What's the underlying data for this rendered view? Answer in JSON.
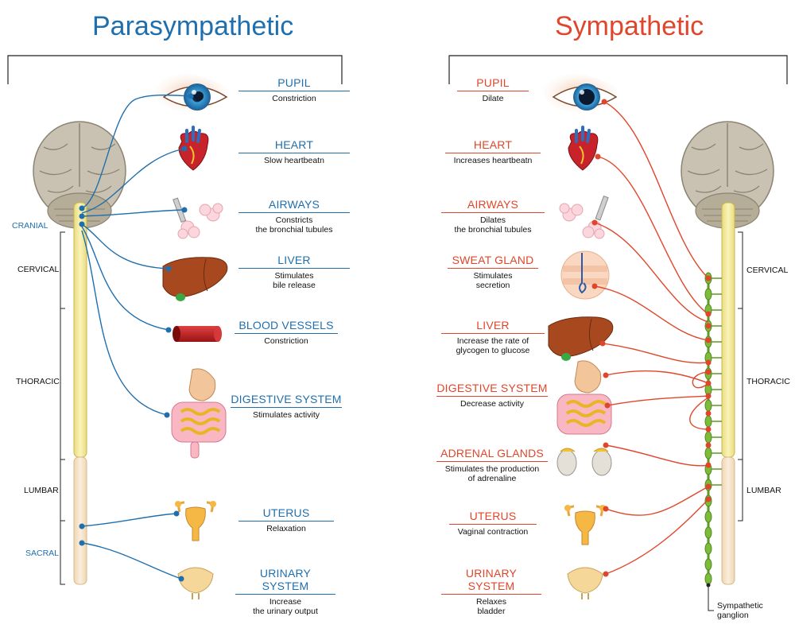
{
  "titles": {
    "parasympathetic": "Parasympathetic",
    "sympathetic": "Sympathetic"
  },
  "colors": {
    "parasympathetic": "#1f6fae",
    "sympathetic": "#e0462b",
    "ganglion": "#7dbb3a",
    "spine": "#f3e8a2"
  },
  "parasympathetic": {
    "regions": {
      "cranial": "CRANIAL",
      "cervical": "CERVICAL",
      "thoracic": "THORACIC",
      "lumbar": "LUMBAR",
      "sacral": "SACRAL"
    },
    "organs": [
      {
        "name": "PUPIL",
        "desc": "Constriction"
      },
      {
        "name": "HEART",
        "desc": "Slow heartbeatn"
      },
      {
        "name": "AIRWAYS",
        "desc": "Constricts\nthe bronchial tubules"
      },
      {
        "name": "LIVER",
        "desc": "Stimulates\nbile release"
      },
      {
        "name": "BLOOD VESSELS",
        "desc": "Constriction"
      },
      {
        "name": "DIGESTIVE SYSTEM",
        "desc": "Stimulates activity"
      },
      {
        "name": "UTERUS",
        "desc": "Relaxation"
      },
      {
        "name": "URINARY SYSTEM",
        "desc": "Increase\nthe urinary output"
      }
    ]
  },
  "sympathetic": {
    "regions": {
      "cervical": "CERVICAL",
      "thoracic": "THORACIC",
      "lumbar": "LUMBAR"
    },
    "ganglion_label": "Sympathetic\nganglion",
    "organs": [
      {
        "name": "PUPIL",
        "desc": "Dilate"
      },
      {
        "name": "HEART",
        "desc": "Increases heartbeatn"
      },
      {
        "name": "AIRWAYS",
        "desc": "Dilates\nthe bronchial tubules"
      },
      {
        "name": "SWEAT GLAND",
        "desc": "Stimulates\nsecretion"
      },
      {
        "name": "LIVER",
        "desc": "Increase the rate of\nglycogen to glucose"
      },
      {
        "name": "DIGESTIVE SYSTEM",
        "desc": "Decrease activity"
      },
      {
        "name": "ADRENAL GLANDS",
        "desc": "Stimulates the production\nof adrenaline"
      },
      {
        "name": "UTERUS",
        "desc": "Vaginal contraction"
      },
      {
        "name": "URINARY SYSTEM",
        "desc": "Relaxes\nbladder"
      }
    ]
  }
}
